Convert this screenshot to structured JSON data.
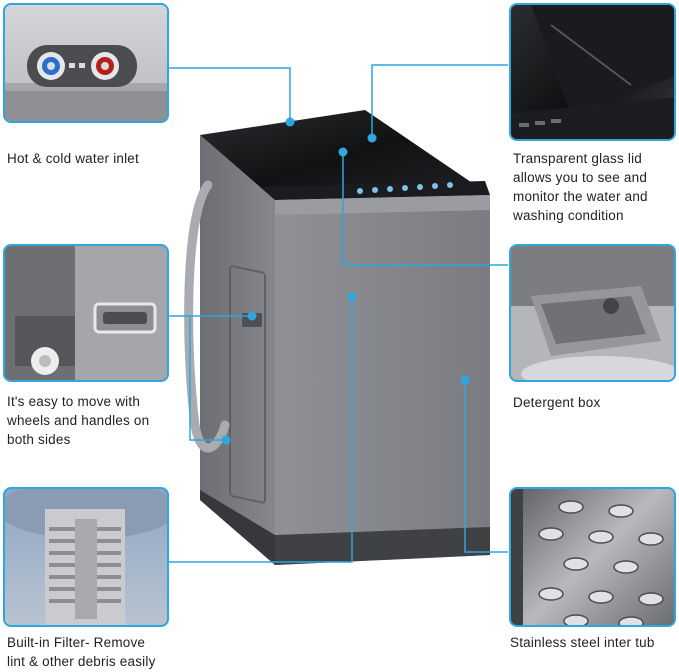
{
  "accent_color": "#2fa6dd",
  "callouts": [
    {
      "id": "water-inlet",
      "label": "Hot & cold water inlet",
      "icon": "water-inlet-photo"
    },
    {
      "id": "glass-lid",
      "label": "Transparent glass lid\nallows you to see and\nmonitor the water and\nwashing condition",
      "icon": "glass-lid-photo"
    },
    {
      "id": "wheels",
      "label": "It's easy to move with\nwheels and handles on\nboth sides",
      "icon": "wheel-handle-photo"
    },
    {
      "id": "detergent",
      "label": "Detergent box",
      "icon": "detergent-box-photo"
    },
    {
      "id": "filter",
      "label": "Built-in Filter- Remove\nlint & other debris easily",
      "icon": "filter-photo"
    },
    {
      "id": "tub",
      "label": "Stainless steel inter tub",
      "icon": "stainless-tub-photo"
    }
  ]
}
